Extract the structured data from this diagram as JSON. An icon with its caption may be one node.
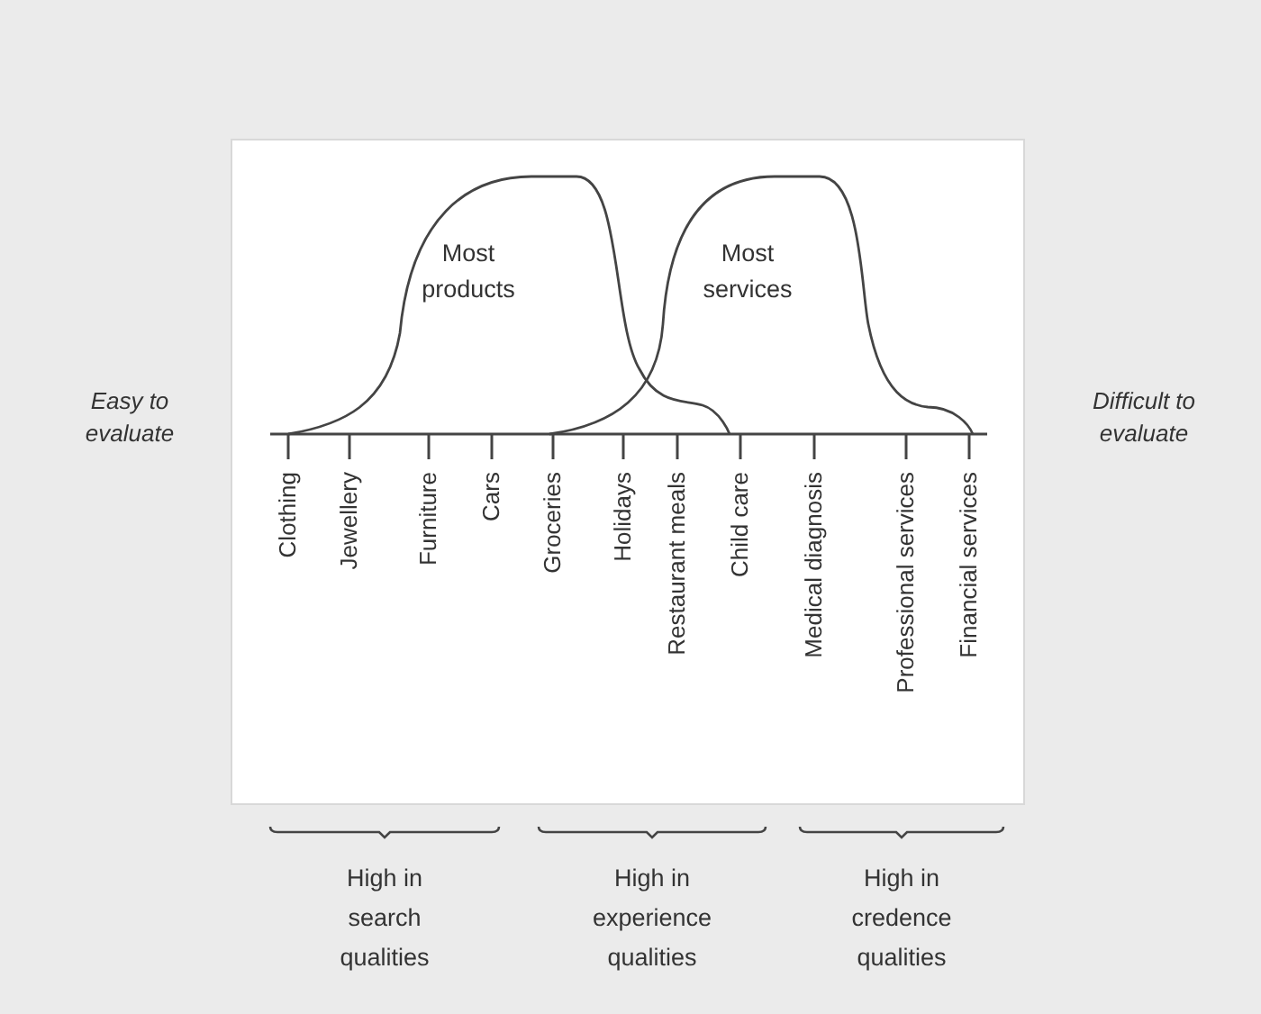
{
  "diagram": {
    "nodes": [
      {
        "text": [
          "Most products"
        ]
      },
      {
        "text": [
          "Most services"
        ]
      }
    ],
    "labels": [
      "Easy to evaluate",
      "Difficult to evaluate",
      "Clothing",
      "Jewellery",
      "Furniture",
      "Cars",
      "Groceries",
      "Holidays",
      "Restaurant meals",
      "Child care",
      "Medical diagnosis",
      "Professional services",
      "Financial services",
      "High in search qualities",
      "High in experience qualities",
      "High in credence qualities"
    ]
  }
}
